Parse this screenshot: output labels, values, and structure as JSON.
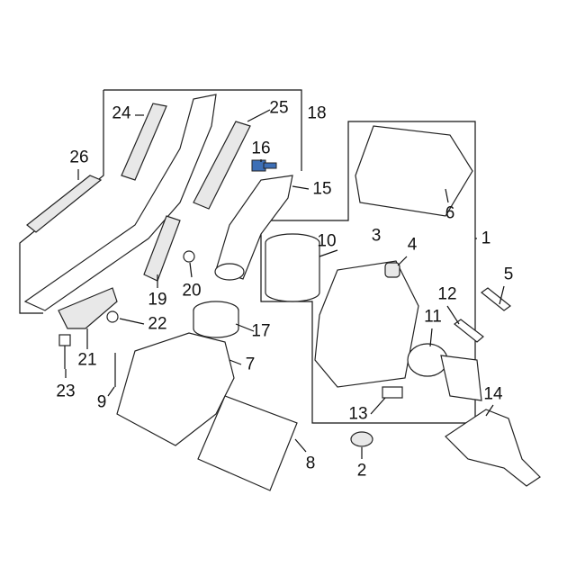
{
  "diagram": {
    "labels": [
      "1",
      "2",
      "3",
      "4",
      "5",
      "6",
      "7",
      "8",
      "9",
      "10",
      "11",
      "12",
      "13",
      "14",
      "15",
      "16",
      "17",
      "18",
      "19",
      "20",
      "21",
      "22",
      "23",
      "24",
      "25",
      "26"
    ],
    "highlight_color": "#3d6fb6"
  }
}
